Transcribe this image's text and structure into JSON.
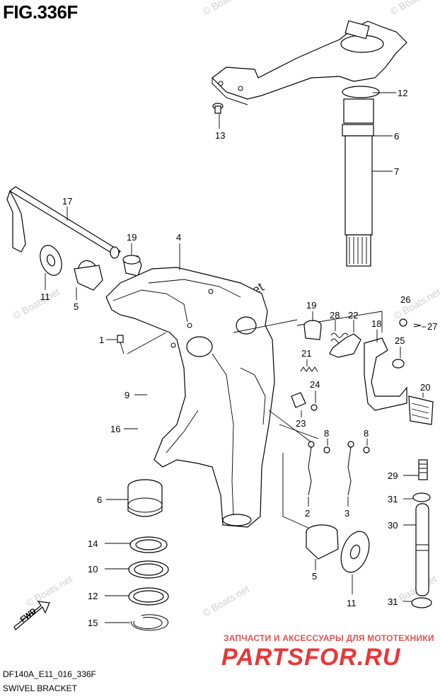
{
  "figure": {
    "title": "FIG.336F",
    "code": "DF140A_E11_016_336F",
    "name": "SWIVEL BRACKET"
  },
  "watermarks": {
    "copyright": "© Boats.net",
    "center": "© Boats.net"
  },
  "branding": {
    "subtitle": "ЗАПЧАСТИ И АКСЕССУАРЫ ДЛЯ МОТОТЕХНИКИ",
    "main": "PARTSFOR.RU",
    "color": "#e83838"
  },
  "fwd_arrow": {
    "label": "FWD"
  },
  "callouts": [
    "12",
    "6",
    "7",
    "13",
    "17",
    "19",
    "4",
    "11",
    "5",
    "1",
    "19",
    "28",
    "22",
    "26",
    "27",
    "18",
    "25",
    "21",
    "24",
    "23",
    "20",
    "9",
    "16",
    "8",
    "8",
    "2",
    "3",
    "29",
    "31",
    "30",
    "31",
    "6",
    "14",
    "10",
    "12",
    "15",
    "5",
    "11"
  ]
}
